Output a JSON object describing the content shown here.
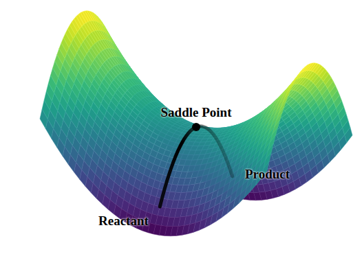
{
  "diagram": {
    "labels": [
      "Saddle Point",
      "Reactant",
      "Product"
    ]
  }
}
